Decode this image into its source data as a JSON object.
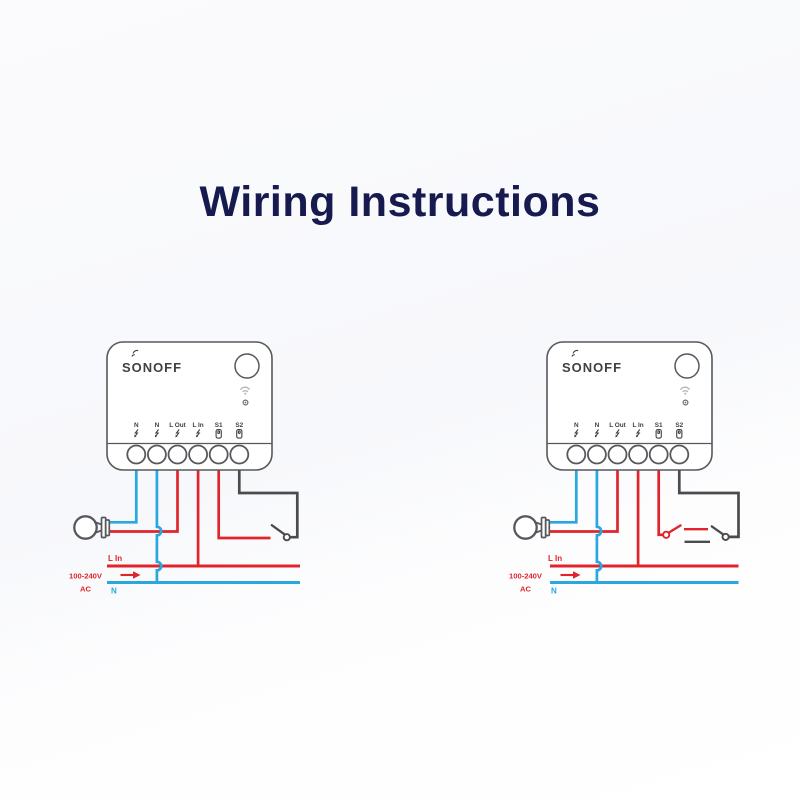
{
  "page": {
    "title": "Wiring Instructions"
  },
  "colors": {
    "title": "#171a4e",
    "live": "#e0242b",
    "neutral": "#29a7e0",
    "signal": "#4a4b4d",
    "outline": "#57585c",
    "label": "#414042",
    "muted": "#b3b5b8"
  },
  "device": {
    "brand": "SONOFF",
    "terminals": [
      "N",
      "N",
      "L Out",
      "L In",
      "S1",
      "S2"
    ],
    "icons": {
      "power_terminal": "lightning-bolt-icon",
      "switch_terminal": "switch-contact-icon",
      "wifi": "wifi-signal-icon",
      "button": "pairing-button",
      "led": "status-led"
    }
  },
  "diagrams": [
    {
      "name": "single-switch-wiring",
      "labels": {
        "line_in": "L In",
        "voltage": "100-240V",
        "ac": "AC",
        "neutral": "N"
      }
    },
    {
      "name": "two-way-switch-wiring",
      "labels": {
        "line_in": "L In",
        "voltage": "100-240V",
        "ac": "AC",
        "neutral": "N"
      }
    }
  ]
}
